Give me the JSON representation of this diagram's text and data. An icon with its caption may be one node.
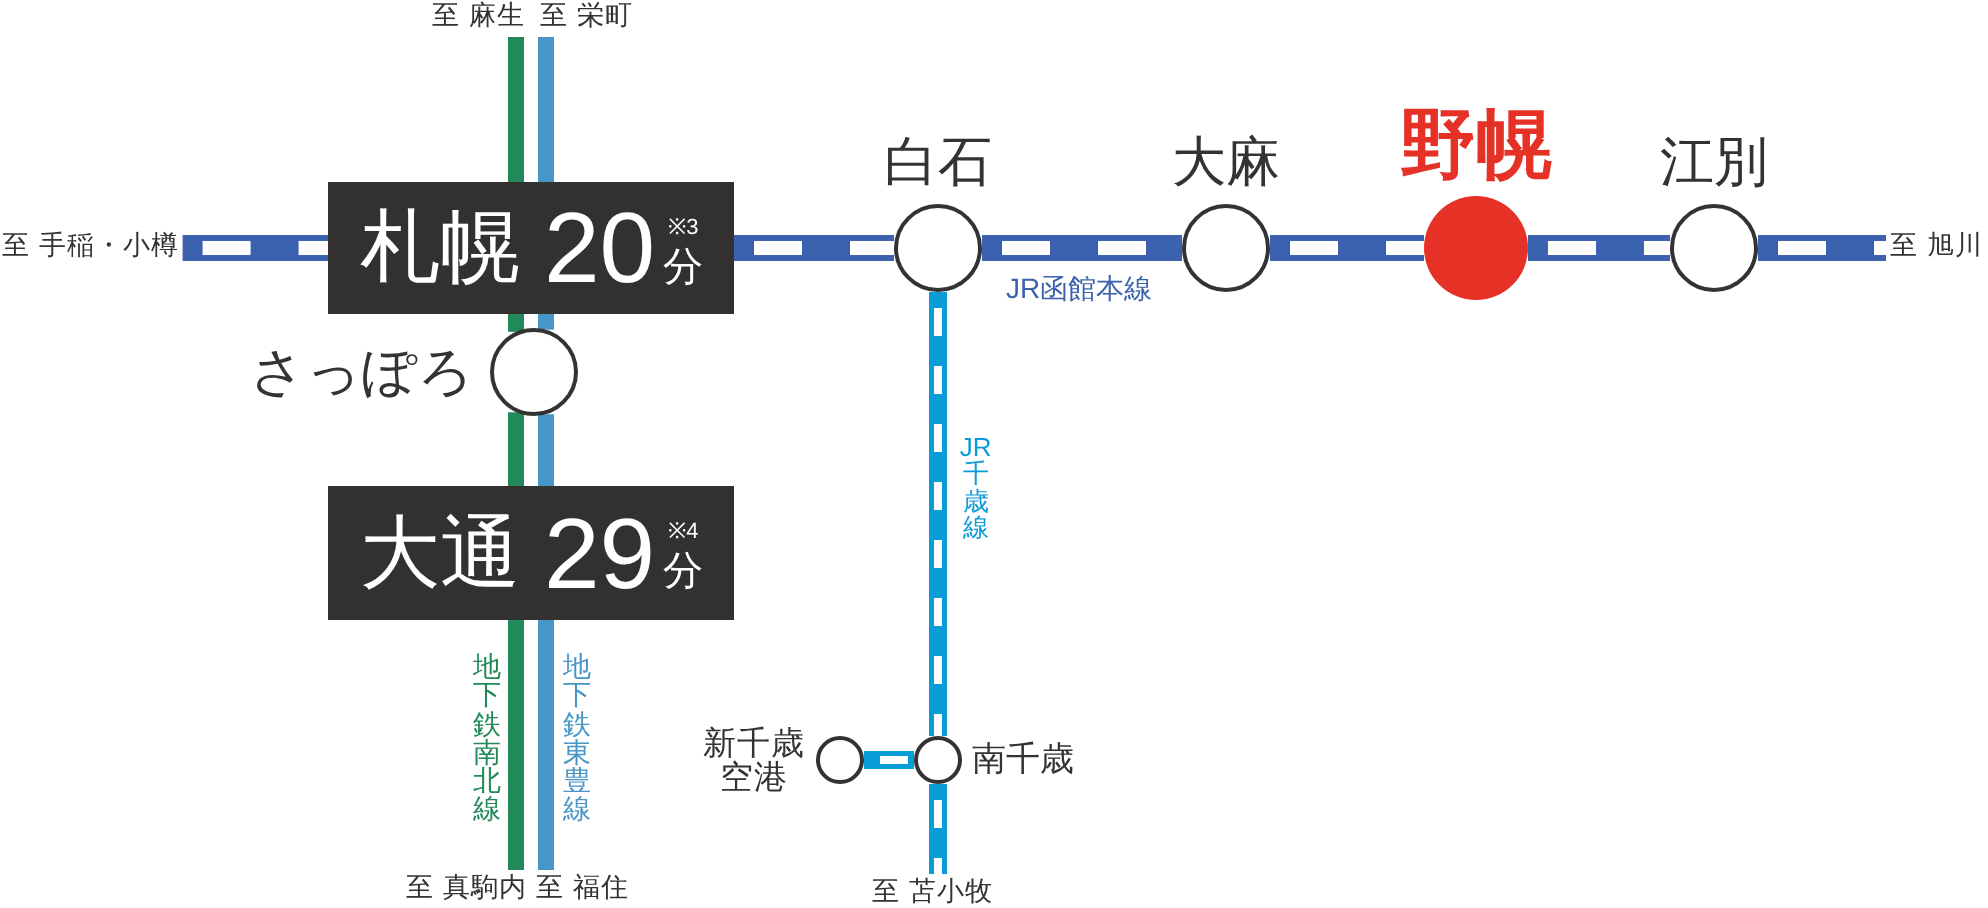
{
  "diagram": {
    "nodes": [
      {
        "text": [
          "至 麻生"
        ]
      },
      {
        "text": [
          "至 栄町"
        ]
      },
      {
        "text": [
          "至 手稲・小樽"
        ]
      },
      {
        "text": [
          "札幌",
          "20",
          "※3",
          "分"
        ]
      },
      {
        "text": [
          "白石"
        ]
      },
      {
        "text": [
          "大麻"
        ]
      },
      {
        "text": [
          "野幌"
        ]
      },
      {
        "text": [
          "江別"
        ]
      },
      {
        "text": [
          "至 旭川"
        ]
      },
      {
        "text": [
          "さっぽろ"
        ]
      },
      {
        "text": [
          "大通",
          "29",
          "※4",
          "分"
        ]
      },
      {
        "text": [
          "新千歳空港"
        ]
      },
      {
        "text": [
          "南千歳"
        ]
      },
      {
        "text": [
          "至 真駒内"
        ]
      },
      {
        "text": [
          "至 福住"
        ]
      },
      {
        "text": [
          "至 苫小牧"
        ]
      }
    ],
    "edges": [
      {
        "from": 2,
        "to": 3,
        "arrow": "none"
      },
      {
        "from": 3,
        "to": 4,
        "arrow": "none"
      },
      {
        "from": 4,
        "to": 5,
        "arrow": "none",
        "label": "JR函館本線"
      },
      {
        "from": 5,
        "to": 6,
        "arrow": "none"
      },
      {
        "from": 6,
        "to": 7,
        "arrow": "none"
      },
      {
        "from": 7,
        "to": 8,
        "arrow": "none"
      },
      {
        "from": 0,
        "to": 3,
        "arrow": "none",
        "color": "#22895a"
      },
      {
        "from": 1,
        "to": 3,
        "arrow": "none",
        "color": "#4896c8"
      },
      {
        "from": 3,
        "to": 9,
        "arrow": "none",
        "color": "#22895a"
      },
      {
        "from": 3,
        "to": 9,
        "arrow": "none",
        "color": "#4896c8"
      },
      {
        "from": 9,
        "to": 10,
        "arrow": "none",
        "color": "#22895a"
      },
      {
        "from": 9,
        "to": 10,
        "arrow": "none",
        "color": "#4896c8"
      },
      {
        "from": 10,
        "to": 13,
        "arrow": "none",
        "color": "#22895a",
        "label": "地下鉄南北線"
      },
      {
        "from": 10,
        "to": 14,
        "arrow": "none",
        "color": "#4896c8",
        "label": "地下鉄東豊線"
      },
      {
        "from": 4,
        "to": 12,
        "arrow": "none",
        "color": "#0a9bd9",
        "label": "JR千歳線"
      },
      {
        "from": 11,
        "to": 12,
        "arrow": "none",
        "color": "#0a9bd9"
      },
      {
        "from": 12,
        "to": 15,
        "arrow": "none",
        "color": "#0a9bd9"
      }
    ]
  }
}
